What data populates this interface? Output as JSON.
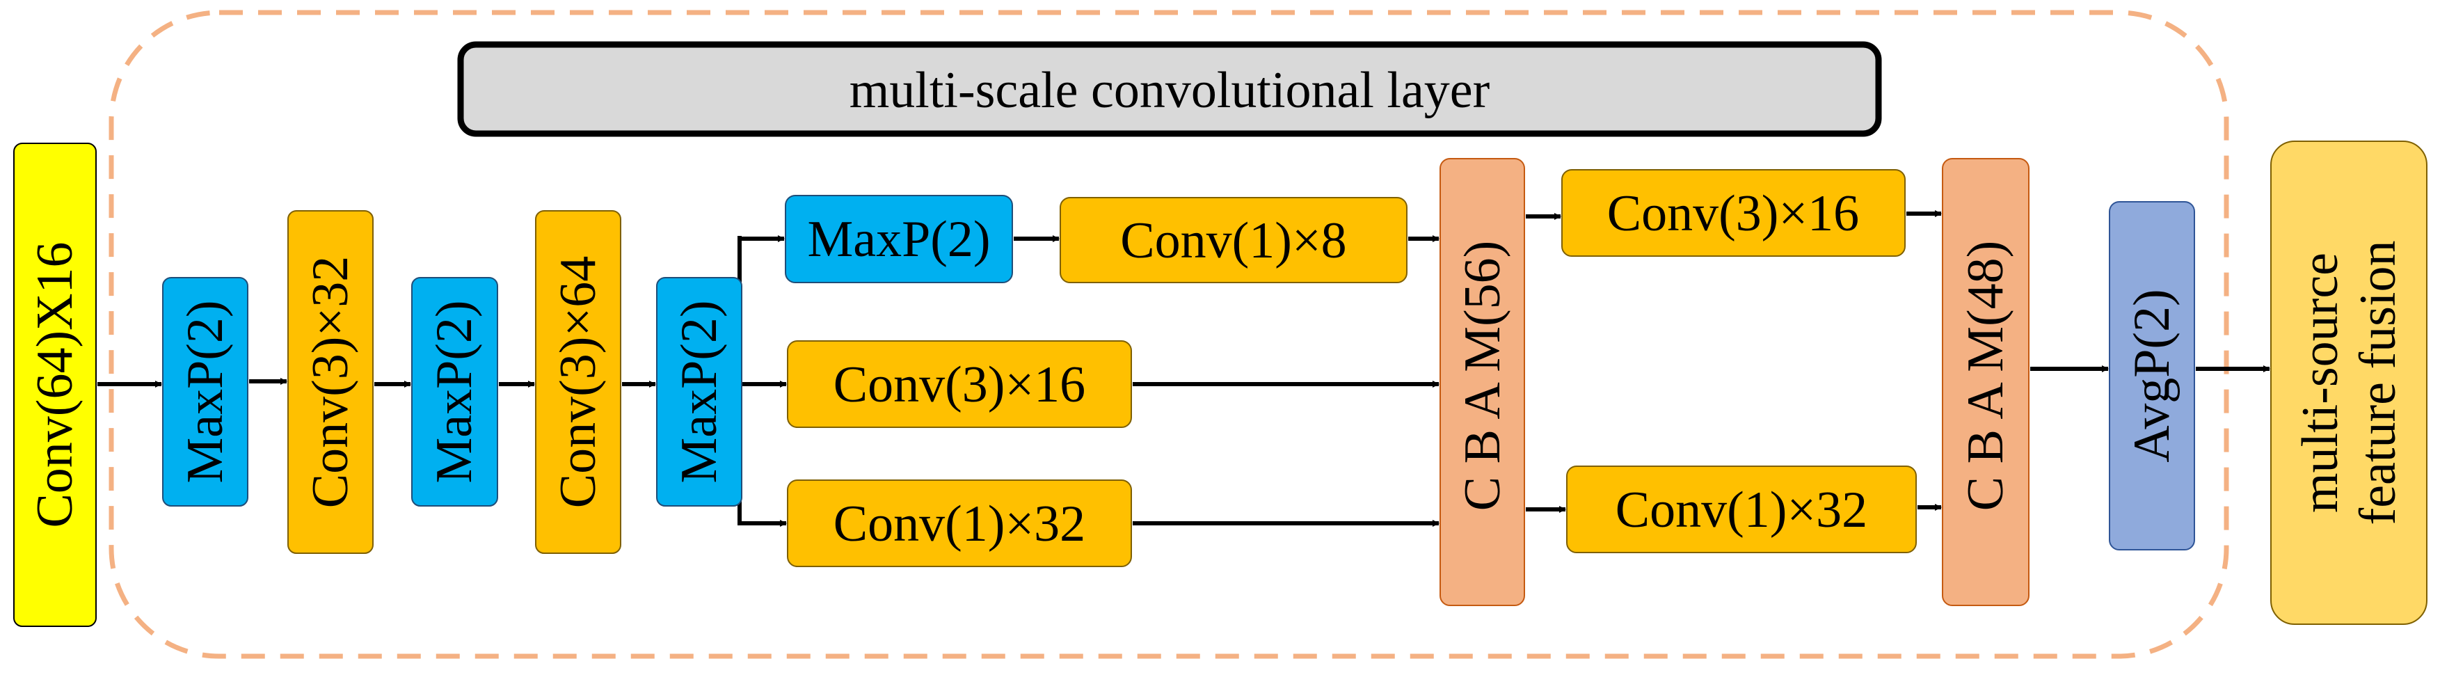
{
  "colors": {
    "input_yellow": "#ffff00",
    "maxpool_blue": "#00b0f0",
    "conv_orange": "#ffc000",
    "cbam_salmon": "#f4b183",
    "avgpool_blue": "#8faadc",
    "fusion_gold": "#ffd966",
    "title_grey": "#d9d9d9",
    "dashed_border": "#f4b183",
    "arrow": "#000000"
  },
  "diagram": {
    "title": "multi-scale convolutional layer",
    "nodes": {
      "input_conv": "Conv(64)X16",
      "maxpool_1": "MaxP(2)",
      "conv3_32": "Conv(3)×32",
      "maxpool_2": "MaxP(2)",
      "conv3_64": "Conv(3)×64",
      "maxpool_3": "MaxP(2)",
      "branch_top_maxpool": "MaxP(2)",
      "branch_top_conv1_8": "Conv(1)×8",
      "branch_mid_conv3_16": "Conv(3)×16",
      "branch_bot_conv1_32": "Conv(1)×32",
      "cbam_56": "C B A M(56)",
      "post_top_conv3_16": "Conv(3)×16",
      "post_bot_conv1_32": "Conv(1)×32",
      "cbam_48": "C B A M(48)",
      "avgpool": "AvgP(2)",
      "fusion_line1": "multi-source",
      "fusion_line2": "feature fusion"
    }
  }
}
